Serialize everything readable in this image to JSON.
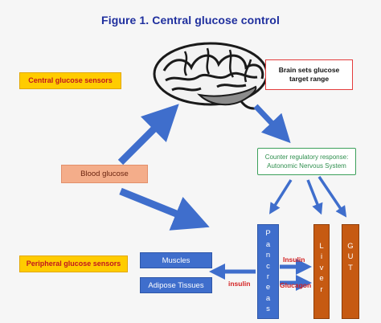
{
  "title": "Figure 1. Central glucose control",
  "boxes": {
    "central_sensors": "Central glucose sensors",
    "target_line1": "Brain sets glucose",
    "target_line2": "target range",
    "counter_line1": "Counter regulatory response:",
    "counter_line2": "Autonomic Nervous System",
    "blood_glucose": "Blood glucose",
    "peripheral_sensors": "Peripheral glucose sensors",
    "muscles": "Muscles",
    "adipose": "Adipose Tissues"
  },
  "organs": {
    "pancreas": [
      "P",
      "a",
      "n",
      "c",
      "r",
      "e",
      "a",
      "s"
    ],
    "liver": [
      "L",
      "i",
      "v",
      "e",
      "r"
    ],
    "gut": [
      "G",
      "U",
      "T"
    ]
  },
  "labels": {
    "insulin_to_liver": "Insulin",
    "glucagon_to_liver": "Glucagon",
    "insulin_to_tissue": "insulin"
  },
  "colors": {
    "title": "#1f2f9e",
    "arrow_blue": "#3f6ecc",
    "sensor_fill": "#ffcc00",
    "organ_fill": "#c65a12",
    "label_red": "#d42222"
  }
}
